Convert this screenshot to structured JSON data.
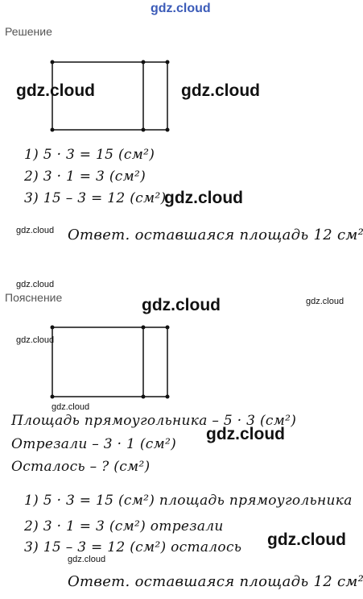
{
  "header": {
    "site": "gdz.cloud"
  },
  "solution": {
    "heading": "Решение",
    "steps": [
      "1) 5 · 3 = 15 (см²)",
      "2) 3 · 1 = 3 (см²)",
      "3) 15 – 3 = 12 (см²)"
    ],
    "answer": "Ответ. оставшаяся площадь 12 см²."
  },
  "explanation": {
    "heading": "Пояснение",
    "notes": [
      "Площадь прямоугольника – 5 · 3 (см²)",
      "Отрезали – 3 · 1 (см²)",
      "Осталось – ? (см²)"
    ],
    "steps": [
      "1) 5 · 3 = 15 (см²) площадь прямоугольника",
      "2) 3 · 1 = 3 (см²) отрезали",
      "3) 15 – 3 = 12 (см²) осталось"
    ],
    "answer": "Ответ. оставшаяся площадь 12 см²."
  },
  "watermarks": {
    "w1": "gdz.cloud",
    "w2": "gdz.cloud",
    "w3": "gdz.cloud",
    "w4": "gdz.cloud",
    "w5": "gdz.cloud",
    "w6": "gdz.cloud",
    "w7": "gdz.cloud",
    "w8": "gdz.cloud",
    "w9": "gdz.cloud",
    "w10": "gdz.cloud",
    "w11": "gdz.cloud",
    "w12": "gdz.cloud"
  }
}
